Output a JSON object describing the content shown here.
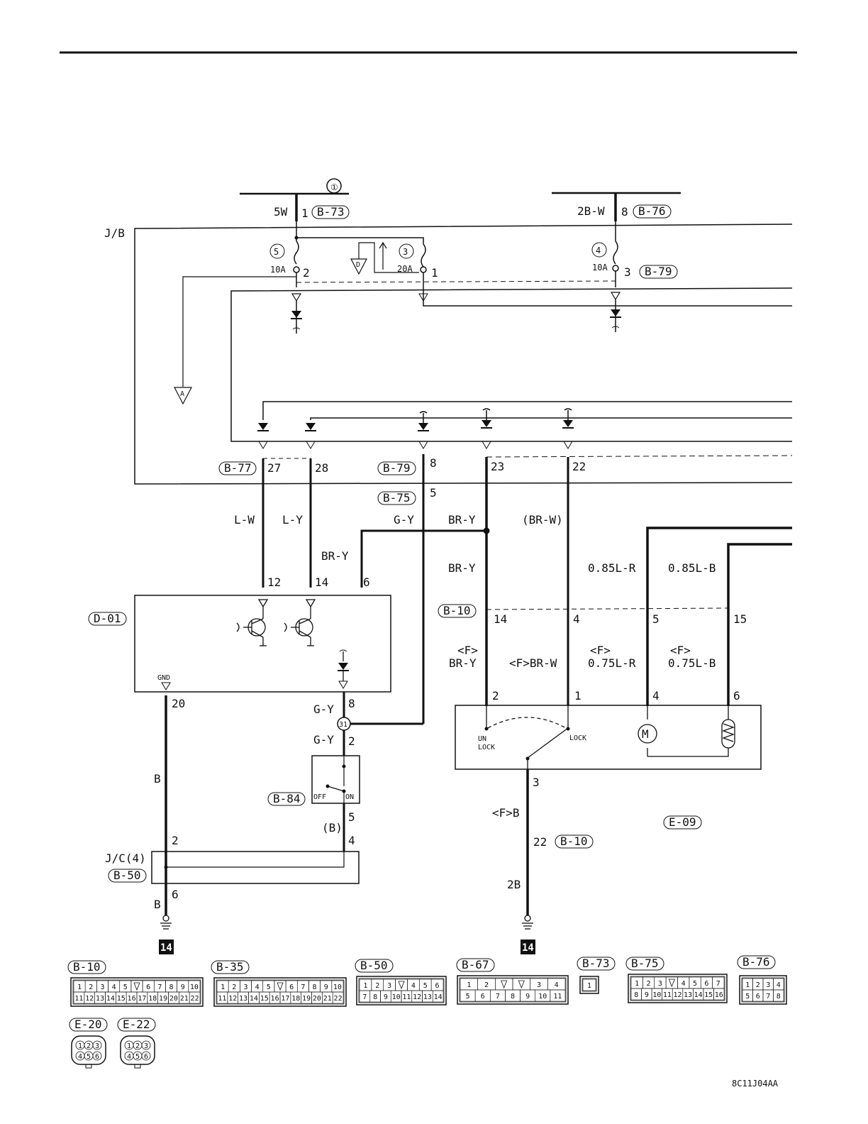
{
  "circuit_ref": "①",
  "jb_label": "J/B",
  "connectors": {
    "b73": "B-73",
    "b76": "B-76",
    "b79": "B-79",
    "b77": "B-77",
    "b75": "B-75",
    "b10": "B-10",
    "d01": "D-01",
    "b84": "B-84",
    "b50": "B-50",
    "e09": "E-09"
  },
  "fuses": {
    "f5": {
      "num": "5",
      "rating": "10A"
    },
    "f3": {
      "num": "3",
      "rating": "20A"
    },
    "f4": {
      "num": "4",
      "rating": "10A"
    }
  },
  "flags": {
    "d": "D",
    "a": "A"
  },
  "wires": {
    "top_left": "5W",
    "top_right": "2B-W",
    "lw": "L-W",
    "ly": "L-Y",
    "gy": "G-Y",
    "bry": "BR-Y",
    "brw_paren": "(BR-W)",
    "bry_left": "BR-Y",
    "bry_mid": "BR-Y",
    "r085": "0.85L-R",
    "b085": "0.85L-B",
    "f": "<F>",
    "f_bry": "BR-Y",
    "f_brw": "<F>BR-W",
    "r075": "0.75L-R",
    "b075": "0.75L-B",
    "b": "B",
    "b_paren": "(B)",
    "fb": "<F>B",
    "b2": "2B",
    "b_bottom": "B"
  },
  "pins": {
    "p1": "1",
    "p8": "8",
    "p2": "2",
    "p1b": "1",
    "p3": "3",
    "p27": "27",
    "p28": "28",
    "p8b": "8",
    "p23": "23",
    "p22": "22",
    "p5": "5",
    "p12": "12",
    "p14": "14",
    "p6": "6",
    "p14b": "14",
    "p4": "4",
    "p5b": "5",
    "p15": "15",
    "p20": "20",
    "p8c": "8",
    "p2b": "2",
    "p5c": "5",
    "p4b": "4",
    "p2c": "2",
    "p6b": "6",
    "e2": "2",
    "e1": "1",
    "e4": "4",
    "e6": "6",
    "e3": "3",
    "p22b": "22"
  },
  "gnd": "GND",
  "junction_num": "31",
  "switch": {
    "off": "OFF",
    "on": "ON"
  },
  "lock": {
    "unlock_1": "UN",
    "unlock_2": "LOCK",
    "lock": "LOCK"
  },
  "jc_label": "J/C(4)",
  "ground_num": "14",
  "legend": {
    "b10": {
      "name": "B-10",
      "row1": [
        "1",
        "2",
        "3",
        "4",
        "5",
        "",
        "6",
        "7",
        "8",
        "9",
        "10"
      ],
      "row2": [
        "11",
        "12",
        "13",
        "14",
        "15",
        "16",
        "17",
        "18",
        "19",
        "20",
        "21",
        "22"
      ]
    },
    "b35": {
      "name": "B-35",
      "row1": [
        "1",
        "2",
        "3",
        "4",
        "5",
        "",
        "6",
        "7",
        "8",
        "9",
        "10"
      ],
      "row2": [
        "11",
        "12",
        "13",
        "14",
        "15",
        "16",
        "17",
        "18",
        "19",
        "20",
        "21",
        "22"
      ]
    },
    "b50": {
      "name": "B-50",
      "row1": [
        "1",
        "2",
        "3",
        "",
        "4",
        "5",
        "6"
      ],
      "row2": [
        "7",
        "8",
        "9",
        "10",
        "11",
        "12",
        "13",
        "14"
      ]
    },
    "b67": {
      "name": "B-67",
      "row1": [
        "1",
        "2",
        "",
        "",
        "3",
        "4"
      ],
      "row2": [
        "5",
        "6",
        "7",
        "8",
        "9",
        "10",
        "11"
      ]
    },
    "b73": {
      "name": "B-73",
      "row1": [
        "1"
      ]
    },
    "b75": {
      "name": "B-75",
      "row1": [
        "1",
        "2",
        "3",
        "",
        "4",
        "5",
        "6",
        "7"
      ],
      "row2": [
        "8",
        "9",
        "10",
        "11",
        "12",
        "13",
        "14",
        "15",
        "16"
      ]
    },
    "b76": {
      "name": "B-76",
      "row1": [
        "1",
        "2",
        "3",
        "4"
      ],
      "row2": [
        "5",
        "6",
        "7",
        "8"
      ]
    },
    "e20": {
      "name": "E-20",
      "pins": [
        "1",
        "2",
        "3",
        "4",
        "5",
        "6"
      ]
    },
    "e22": {
      "name": "E-22",
      "pins": [
        "1",
        "2",
        "3",
        "4",
        "5",
        "6"
      ]
    }
  },
  "diagram_code": "8C11J04AA"
}
